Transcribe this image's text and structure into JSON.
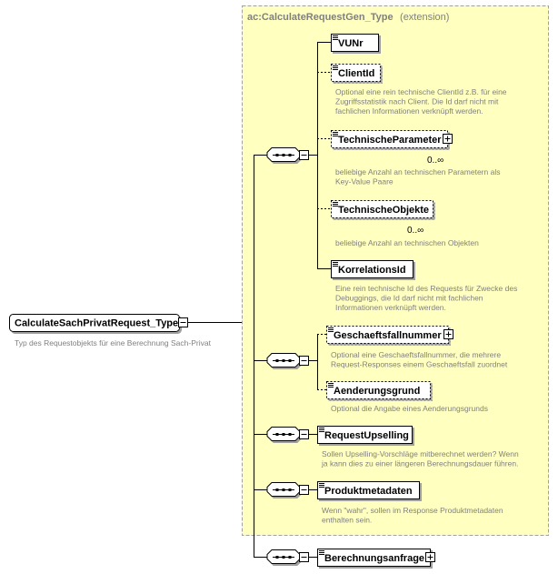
{
  "extension": {
    "type_name": "ac:CalculateRequestGen_Type",
    "suffix": "(extension)"
  },
  "root": {
    "name": "CalculateSachPrivatRequest_Type",
    "doc": "Typ des Requestobjekts für eine Berechnung Sach-Privat"
  },
  "elements": [
    {
      "name": "VUNr",
      "optional": false,
      "doc": []
    },
    {
      "name": "ClientId",
      "optional": true,
      "doc": [
        "Optional eine rein technische ClientId z.B. für eine",
        "Zugriffsstatistik nach Client. Die Id darf nicht mit",
        "fachlichen Informationen verknüpft werden."
      ]
    },
    {
      "name": "TechnischeParameter",
      "optional": true,
      "multiplicity": "0..∞",
      "doc": [
        "beliebige Anzahl an technischen Parametern als",
        "Key-Value Paare"
      ]
    },
    {
      "name": "TechnischeObjekte",
      "optional": true,
      "multiplicity": "0..∞",
      "doc": [
        "beliebige Anzahl an technischen Objekten"
      ]
    },
    {
      "name": "KorrelationsId",
      "optional": false,
      "doc": [
        "Eine rein technische Id des Requests für Zwecke des",
        "Debuggings, die Id darf nicht mit fachlichen",
        "Informationen verknüpft werden."
      ]
    },
    {
      "name": "Geschaeftsfallnummer",
      "optional": true,
      "doc": [
        "Optional eine Geschaeftsfallnummer, die mehrere",
        "Request-Responses einem Geschaeftsfall zuordnet"
      ]
    },
    {
      "name": "Aenderungsgrund",
      "optional": true,
      "doc": [
        "Optional die Angabe eines Aenderungsgrunds"
      ]
    },
    {
      "name": "RequestUpselling",
      "optional": false,
      "doc": [
        "Sollen Upselling-Vorschläge mitberechnet werden? Wenn",
        "ja kann dies zu einer längeren Berechnungsdauer führen."
      ]
    },
    {
      "name": "Produktmetadaten",
      "optional": false,
      "doc": [
        "Wenn \"wahr\", sollen im Response Produktmetadaten",
        "enthalten sein."
      ]
    },
    {
      "name": "Berechnungsanfrage",
      "optional": false,
      "doc": []
    }
  ],
  "colors": {
    "extension_bg": "#ffffc0",
    "extension_border": "#a0a0a0",
    "line": "#000000",
    "doc_text": "#808080"
  }
}
